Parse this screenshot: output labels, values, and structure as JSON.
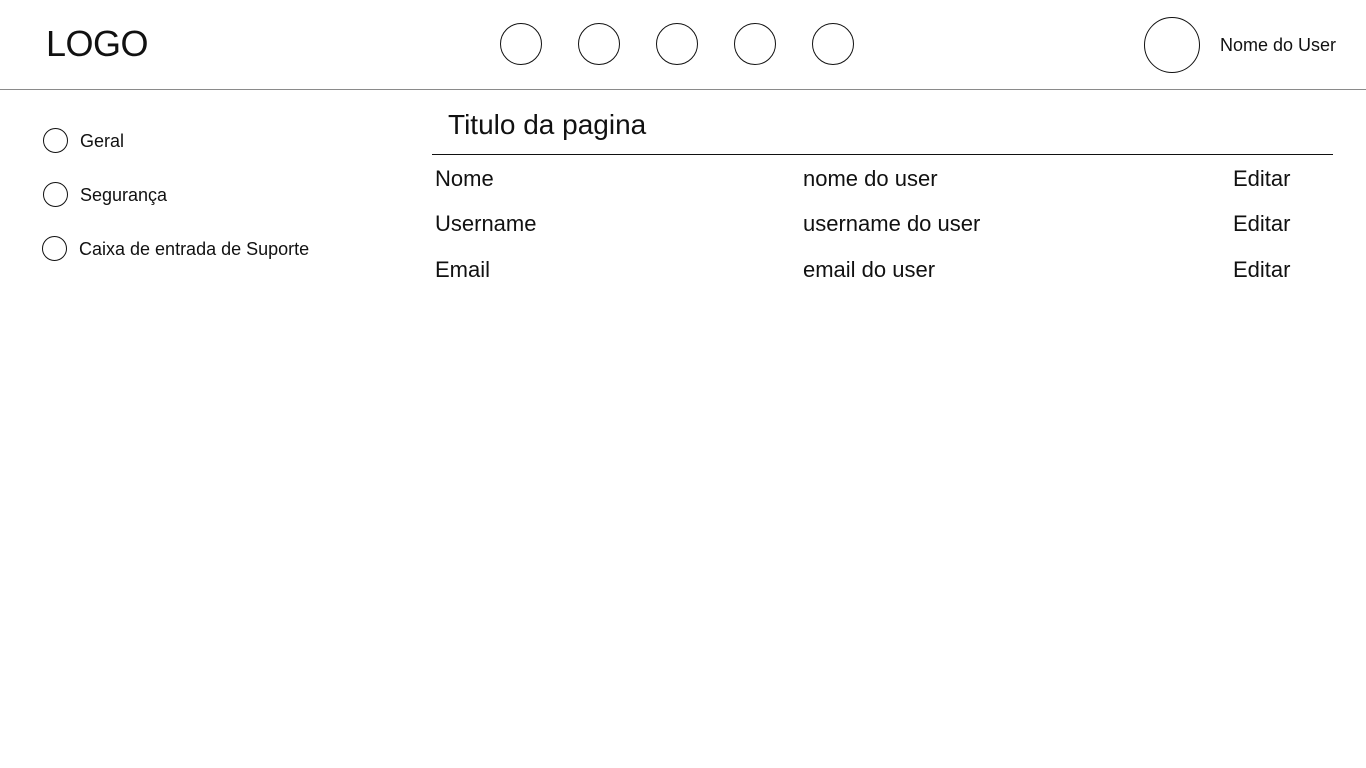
{
  "header": {
    "logo": "LOGO",
    "nav_icons": [
      "nav-icon-1",
      "nav-icon-2",
      "nav-icon-3",
      "nav-icon-4",
      "nav-icon-5"
    ],
    "user_name": "Nome do User"
  },
  "sidebar": {
    "items": [
      {
        "label": "Geral"
      },
      {
        "label": "Segurança"
      },
      {
        "label": "Caixa de entrada de Suporte"
      }
    ]
  },
  "main": {
    "title": "Titulo da pagina",
    "rows": [
      {
        "label": "Nome",
        "value": "nome do user",
        "action": "Editar"
      },
      {
        "label": "Username",
        "value": "username do user",
        "action": "Editar"
      },
      {
        "label": "Email",
        "value": "email do user",
        "action": "Editar"
      }
    ]
  }
}
